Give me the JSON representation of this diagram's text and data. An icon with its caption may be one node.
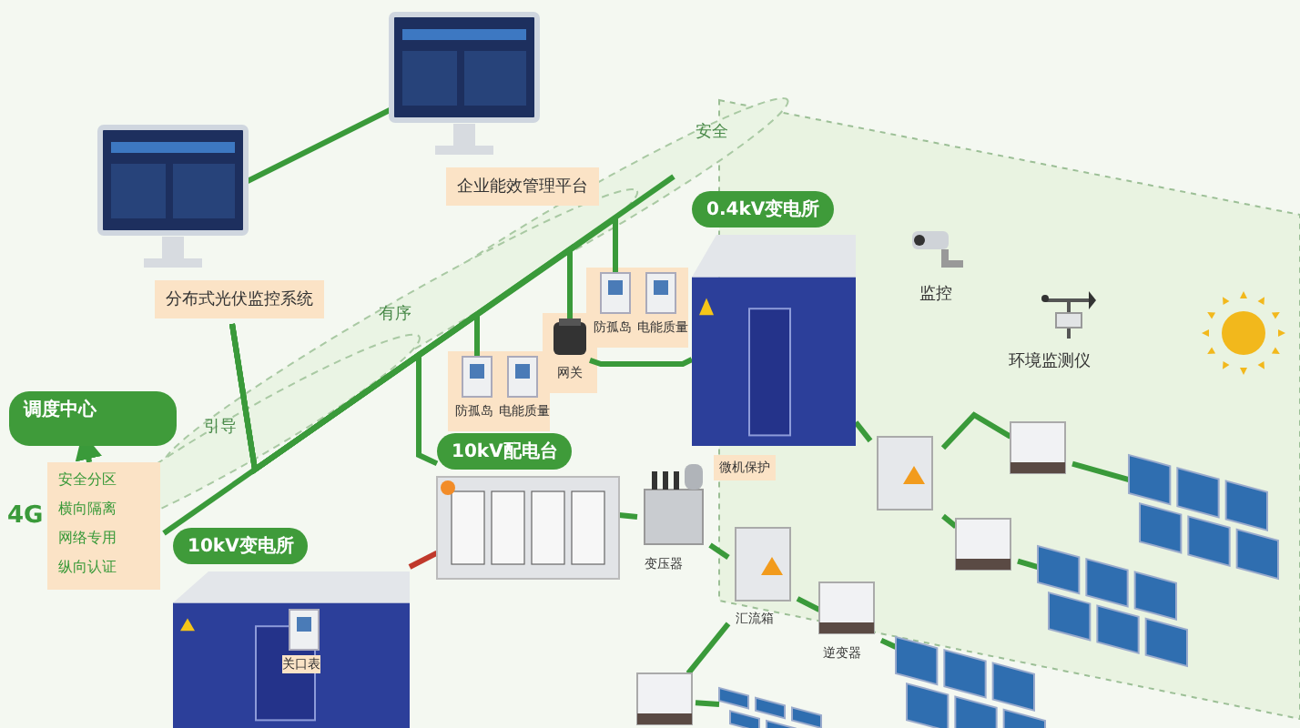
{
  "diagram": {
    "nodes": [
      {
        "text": [
          "调度中心"
        ]
      },
      {
        "text": [
          "分布式光伏监控系统"
        ]
      },
      {
        "text": [
          "企业能效管理平台"
        ]
      },
      {
        "text": [
          "10kV变电所"
        ]
      },
      {
        "text": [
          "10kV配电台"
        ]
      },
      {
        "text": [
          "0.4kV变电所"
        ]
      },
      {
        "text": [
          "防孤岛"
        ]
      },
      {
        "text": [
          "电能质量"
        ]
      },
      {
        "text": [
          "网关"
        ]
      },
      {
        "text": [
          "防孤岛"
        ]
      },
      {
        "text": [
          "电能质量"
        ]
      },
      {
        "text": [
          "关口表"
        ],
        "in": 3
      },
      {
        "text": [
          "变压器"
        ]
      },
      {
        "text": [
          "微机保护"
        ]
      },
      {
        "text": [
          "汇流箱"
        ]
      },
      {
        "text": [
          "逆变器"
        ]
      },
      {
        "text": [],
        "shape": "box"
      },
      {
        "text": [],
        "shape": "box"
      },
      {
        "text": [],
        "shape": "box"
      },
      {
        "text": [],
        "shape": "box"
      },
      {
        "text": [],
        "shape": "picture"
      },
      {
        "text": [],
        "shape": "picture"
      },
      {
        "text": [],
        "shape": "picture"
      },
      {
        "text": [],
        "shape": "picture"
      },
      {
        "text": [
          "监控"
        ]
      },
      {
        "text": [
          "环境监测仪"
        ]
      },
      {
        "text": [
          "安全分区",
          "横向隔离",
          "网络专用",
          "纵向认证"
        ]
      }
    ],
    "edges": [
      {
        "from": 1,
        "to": 2,
        "arrow": "none"
      },
      {
        "from": 1,
        "to": 6,
        "arrow": "none"
      },
      {
        "from": 1,
        "to": 8,
        "arrow": "none"
      },
      {
        "from": 1,
        "to": 9,
        "arrow": "none"
      },
      {
        "from": 1,
        "to": 4,
        "arrow": "none"
      },
      {
        "from": 8,
        "to": 5,
        "arrow": "none"
      },
      {
        "from": 3,
        "to": 4,
        "arrow": "none",
        "color": "#c0392b"
      },
      {
        "from": 4,
        "to": 12,
        "arrow": "none"
      },
      {
        "from": 12,
        "to": 14,
        "arrow": "none"
      },
      {
        "from": 14,
        "to": 15,
        "arrow": "none"
      },
      {
        "from": 15,
        "to": 20,
        "arrow": "none"
      },
      {
        "from": 14,
        "to": 19,
        "arrow": "none"
      },
      {
        "from": 19,
        "to": 23,
        "arrow": "none"
      },
      {
        "from": 5,
        "to": 16,
        "arrow": "none"
      },
      {
        "from": 16,
        "to": 18,
        "arrow": "none"
      },
      {
        "from": 18,
        "to": 22,
        "arrow": "none"
      },
      {
        "from": 16,
        "to": 17,
        "arrow": "none"
      },
      {
        "from": 17,
        "to": 21,
        "arrow": "none"
      },
      {
        "from": 26,
        "to": 0,
        "arrow": "to",
        "style": "dashed"
      }
    ],
    "labels": [
      "安全",
      "有序",
      "引导",
      "4G"
    ]
  }
}
